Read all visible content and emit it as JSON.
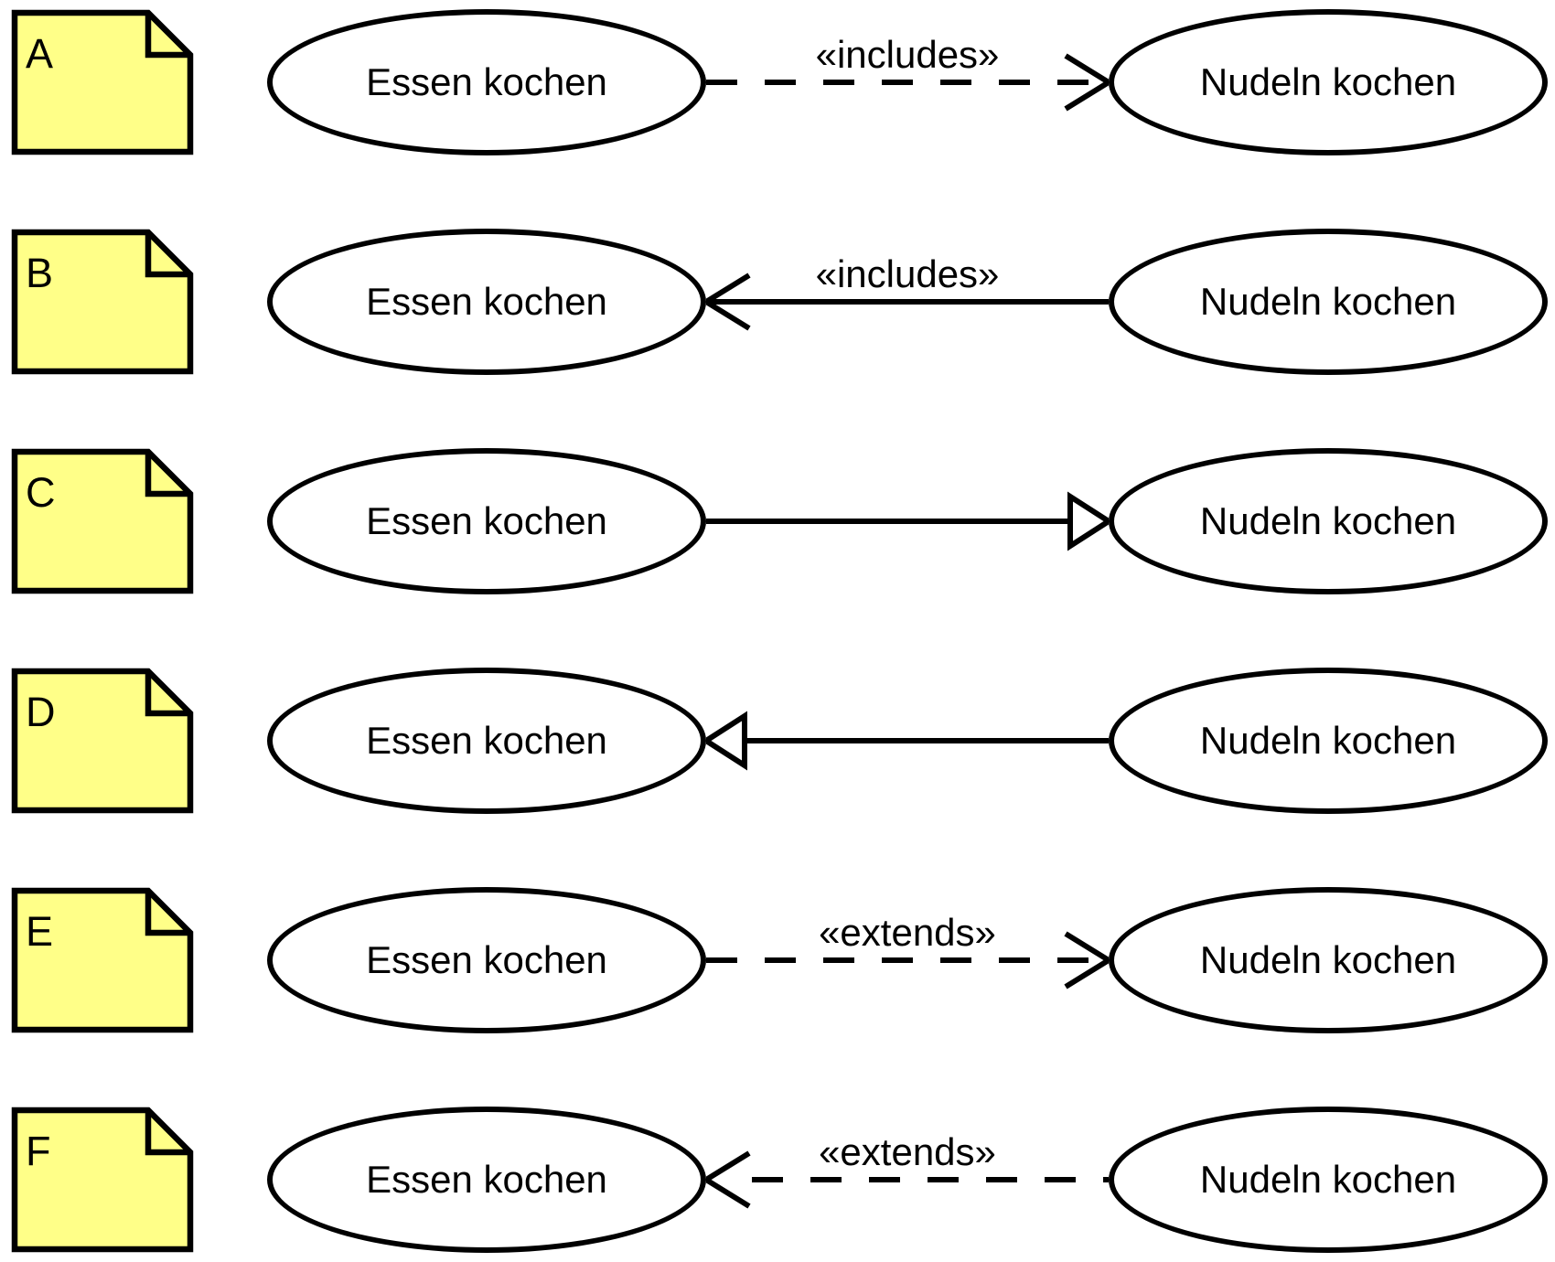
{
  "diagram": {
    "description": "UML use case include/extend/generalization relationship variants",
    "colors": {
      "background": "#ffffff",
      "stroke": "#000000",
      "note_fill": "#ffff88"
    },
    "rows": [
      {
        "label": "A",
        "left_label": "Essen kochen",
        "right_label": "Nudeln kochen",
        "stereotype": "«includes»",
        "line_style": "dashed",
        "arrow_head": "open",
        "arrow_direction": "right"
      },
      {
        "label": "B",
        "left_label": "Essen kochen",
        "right_label": "Nudeln kochen",
        "stereotype": "«includes»",
        "line_style": "solid",
        "arrow_head": "open",
        "arrow_direction": "left"
      },
      {
        "label": "C",
        "left_label": "Essen kochen",
        "right_label": "Nudeln kochen",
        "stereotype": "",
        "line_style": "solid",
        "arrow_head": "triangle",
        "arrow_direction": "right"
      },
      {
        "label": "D",
        "left_label": "Essen kochen",
        "right_label": "Nudeln kochen",
        "stereotype": "",
        "line_style": "solid",
        "arrow_head": "triangle",
        "arrow_direction": "left"
      },
      {
        "label": "E",
        "left_label": "Essen kochen",
        "right_label": "Nudeln kochen",
        "stereotype": "«extends»",
        "line_style": "dashed",
        "arrow_head": "open",
        "arrow_direction": "right"
      },
      {
        "label": "F",
        "left_label": "Essen kochen",
        "right_label": "Nudeln kochen",
        "stereotype": "«extends»",
        "line_style": "dashed",
        "arrow_head": "open",
        "arrow_direction": "left"
      }
    ]
  }
}
